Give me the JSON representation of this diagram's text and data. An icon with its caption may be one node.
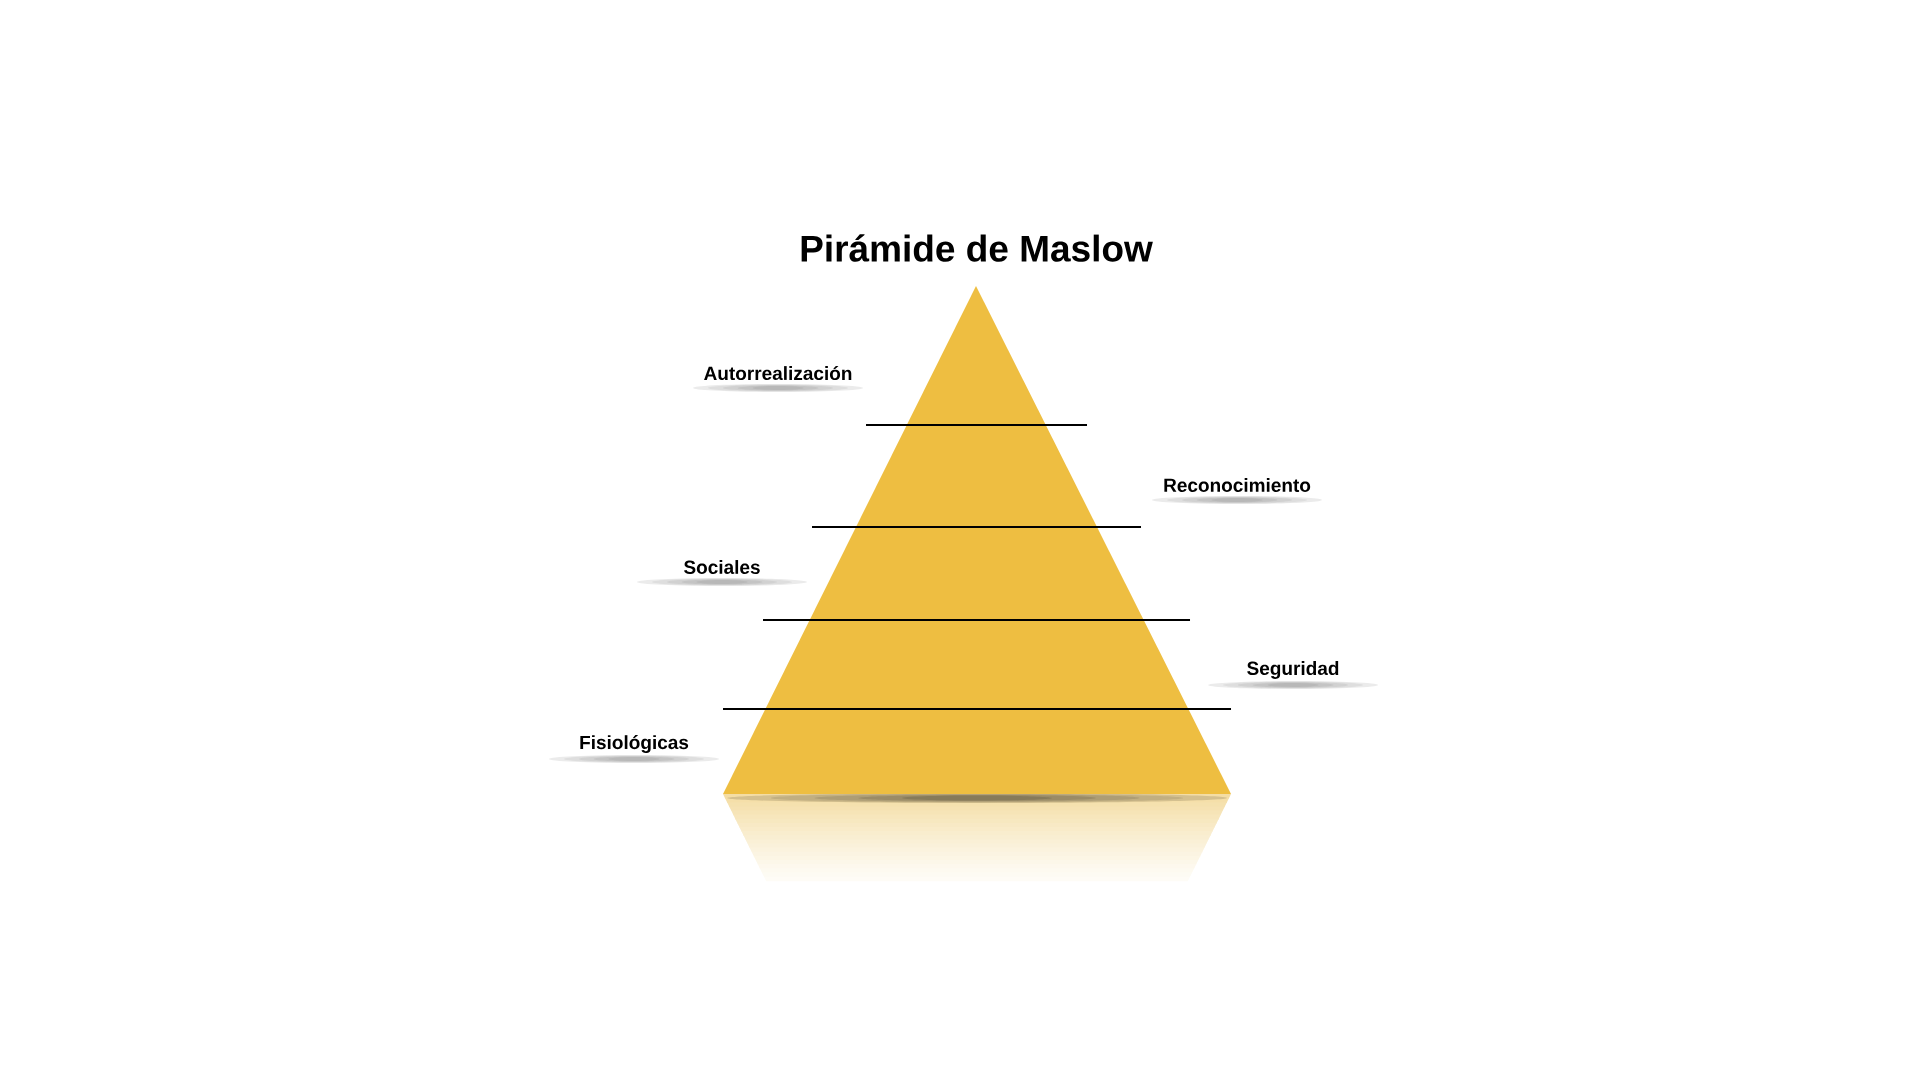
{
  "diagram": {
    "title": "Pirámide de Maslow",
    "labels": [
      "Autorrealización",
      "Reconocimiento",
      "Sociales",
      "Seguridad",
      "Fisiológicas"
    ]
  }
}
